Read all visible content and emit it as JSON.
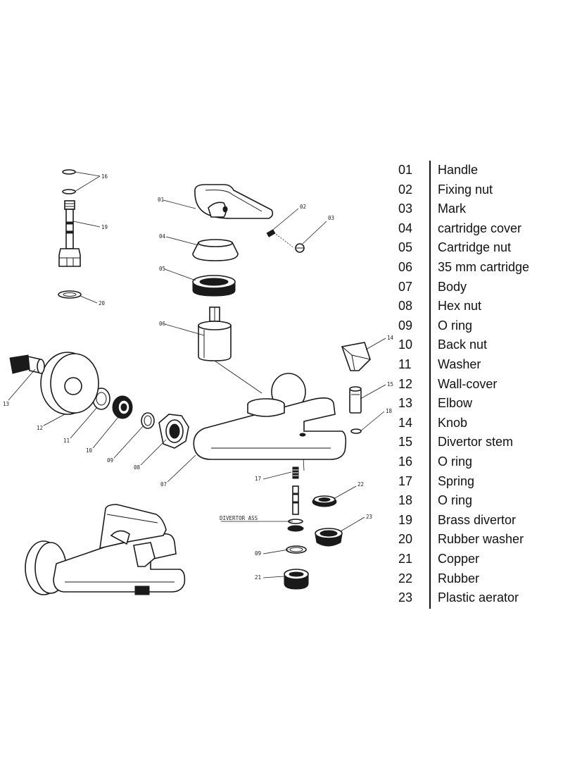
{
  "legend": [
    {
      "num": "01",
      "label": "Handle"
    },
    {
      "num": "02",
      "label": "Fixing nut"
    },
    {
      "num": "03",
      "label": "Mark"
    },
    {
      "num": "04",
      "label": "cartridge cover"
    },
    {
      "num": "05",
      "label": "Cartridge nut"
    },
    {
      "num": "06",
      "label": "35 mm cartridge"
    },
    {
      "num": "07",
      "label": "Body"
    },
    {
      "num": "08",
      "label": "Hex nut"
    },
    {
      "num": "09",
      "label": "O ring"
    },
    {
      "num": "10",
      "label": "Back nut"
    },
    {
      "num": "11",
      "label": "Washer"
    },
    {
      "num": "12",
      "label": "Wall-cover"
    },
    {
      "num": "13",
      "label": "Elbow"
    },
    {
      "num": "14",
      "label": "Knob"
    },
    {
      "num": "15",
      "label": "Divertor stem"
    },
    {
      "num": "16",
      "label": "O ring"
    },
    {
      "num": "17",
      "label": "Spring"
    },
    {
      "num": "18",
      "label": "O ring"
    },
    {
      "num": "19",
      "label": "Brass divertor"
    },
    {
      "num": "20",
      "label": "Rubber washer"
    },
    {
      "num": "21",
      "label": "Copper"
    },
    {
      "num": "22",
      "label": "Rubber"
    },
    {
      "num": "23",
      "label": "Plastic aerator"
    }
  ],
  "callouts": {
    "c01": "01",
    "c02": "02",
    "c03": "03",
    "c04": "04",
    "c05": "05",
    "c06": "06",
    "c07": "07",
    "c08": "08",
    "c09a": "09",
    "c09b": "09",
    "c10": "10",
    "c11": "11",
    "c12": "12",
    "c13": "13",
    "c14": "14",
    "c15": "15",
    "c16": "16",
    "c17": "17",
    "c18": "18",
    "c19": "19",
    "c20": "20",
    "c21": "21",
    "c22": "22",
    "c23": "23",
    "divertor": "DIVERTOR ASS"
  }
}
